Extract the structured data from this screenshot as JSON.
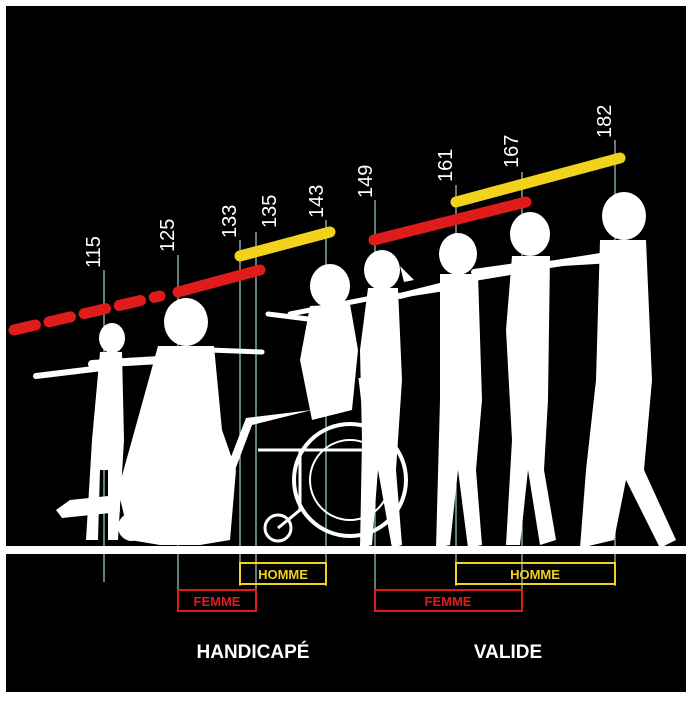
{
  "colors": {
    "background": "#000000",
    "guide_line": "#9fd0d0",
    "yellow": "#f1d21c",
    "red": "#e01b1b",
    "floor": "#ffffff",
    "silhouette": "#ffffff",
    "label_text": "#ffffff"
  },
  "height_markers": [
    {
      "value": "115"
    },
    {
      "value": "125"
    },
    {
      "value": "133"
    },
    {
      "value": "135"
    },
    {
      "value": "143"
    },
    {
      "value": "149"
    },
    {
      "value": "161"
    },
    {
      "value": "167"
    },
    {
      "value": "182"
    }
  ],
  "range_boxes": {
    "handicape_homme": "HOMME",
    "handicape_femme": "FEMME",
    "valide_homme": "HOMME",
    "valide_femme": "FEMME"
  },
  "groups": {
    "handicape": "HANDICAPÉ",
    "valide": "VALIDE"
  },
  "figures": [
    {
      "name": "child-silhouette",
      "icon": "child-standing-arm-out"
    },
    {
      "name": "seated-person-silhouette",
      "icon": "person-in-wheelchair-front"
    },
    {
      "name": "wheelchair-user-silhouette",
      "icon": "wheelchair-user-side"
    },
    {
      "name": "woman-silhouette",
      "icon": "woman-standing-arm-out"
    },
    {
      "name": "man-silhouette-1",
      "icon": "man-standing-arm-out"
    },
    {
      "name": "man-silhouette-2",
      "icon": "man-standing-arm-out"
    },
    {
      "name": "tall-man-silhouette",
      "icon": "man-walking-arm-out"
    }
  ]
}
